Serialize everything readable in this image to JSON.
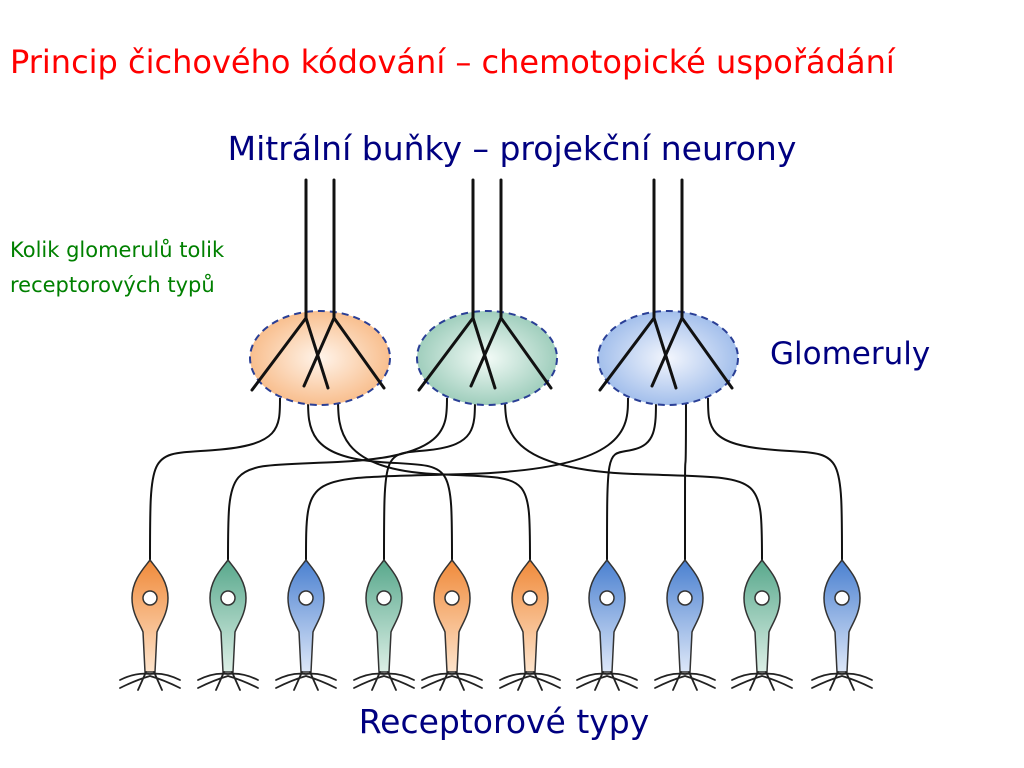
{
  "slide": {
    "title": "Princip čichového kódování – chemotopické uspořádání",
    "mitral_label": "Mitrální buňky – projekční neurony",
    "note_line1": "Kolik glomerulů tolik",
    "note_line2": "receptorových typů",
    "glomeruli_label": "Glomeruly",
    "receptor_label": "Receptorové typy"
  },
  "colors": {
    "title": "#ff0000",
    "labels": "#000080",
    "note": "#008000",
    "type_orange": "#f59a4e",
    "type_teal": "#68b39a",
    "type_blue": "#5b8fd6"
  },
  "glomeruli": [
    {
      "type": "orange"
    },
    {
      "type": "teal"
    },
    {
      "type": "blue"
    }
  ],
  "receptors": [
    {
      "type": "orange",
      "glomerulus": 0
    },
    {
      "type": "teal",
      "glomerulus": 1
    },
    {
      "type": "blue",
      "glomerulus": 2
    },
    {
      "type": "teal",
      "glomerulus": 1
    },
    {
      "type": "orange",
      "glomerulus": 0
    },
    {
      "type": "orange",
      "glomerulus": 0
    },
    {
      "type": "blue",
      "glomerulus": 2
    },
    {
      "type": "blue",
      "glomerulus": 2
    },
    {
      "type": "teal",
      "glomerulus": 1
    },
    {
      "type": "blue",
      "glomerulus": 2
    }
  ]
}
